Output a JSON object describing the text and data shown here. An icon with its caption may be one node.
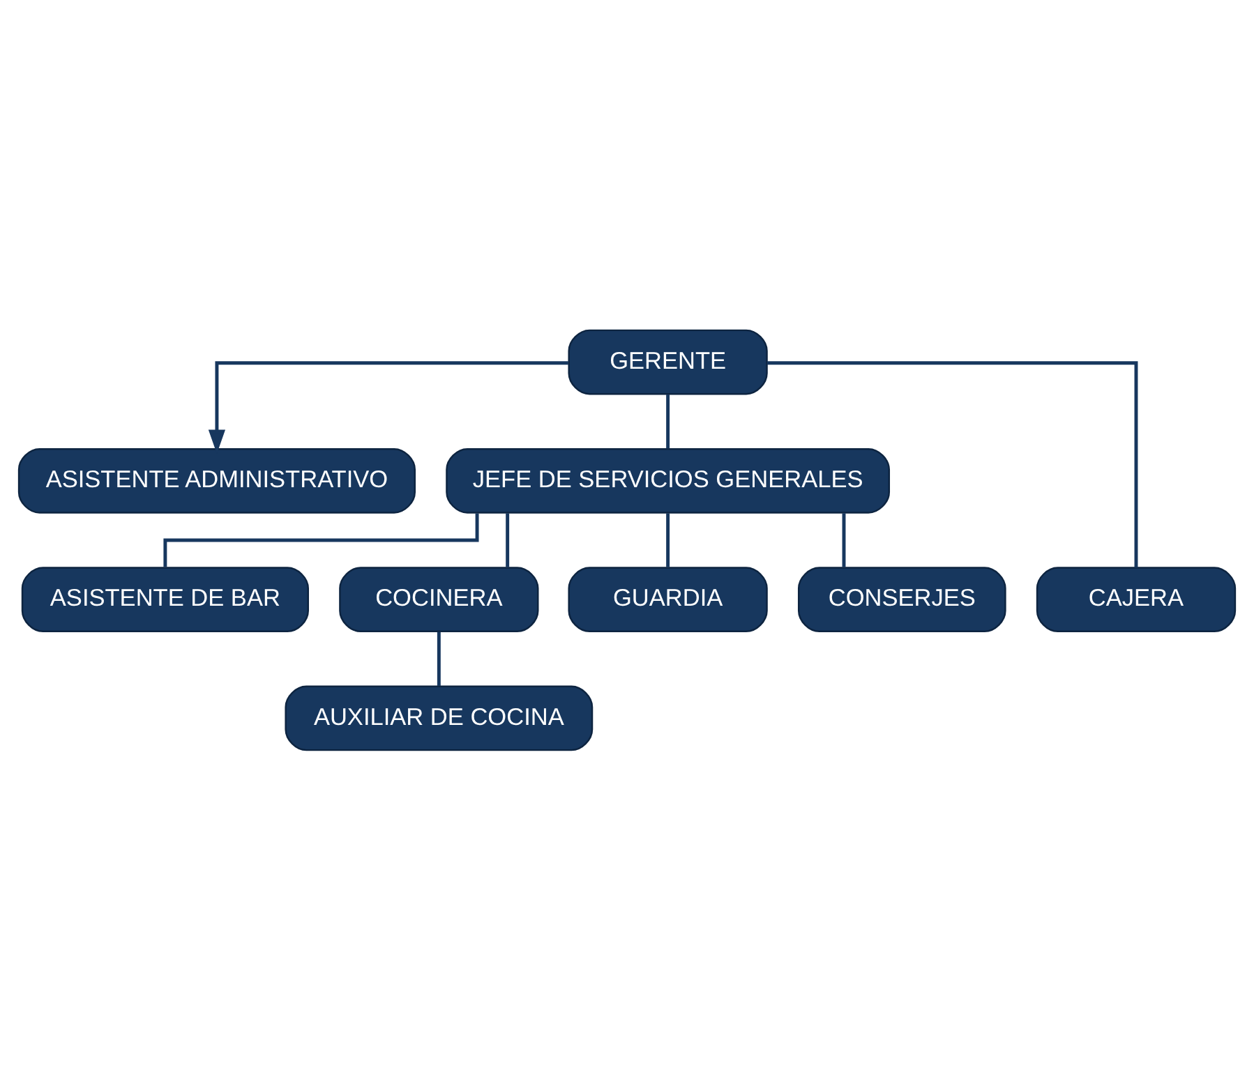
{
  "diagram": {
    "nodes": [
      {
        "text": [
          "GERENTE"
        ]
      },
      {
        "text": [
          "ASISTENTE ADMINISTRATIVO"
        ]
      },
      {
        "text": [
          "JEFE DE SERVICIOS GENERALES"
        ]
      },
      {
        "text": [
          "CAJERA"
        ]
      },
      {
        "text": [
          "ASISTENTE DE BAR"
        ]
      },
      {
        "text": [
          "COCINERA"
        ]
      },
      {
        "text": [
          "GUARDIA"
        ]
      },
      {
        "text": [
          "CONSERJES"
        ]
      },
      {
        "text": [
          "AUXILIAR DE COCINA"
        ]
      }
    ],
    "edges": [
      {
        "from": 0,
        "to": 1,
        "arrow": "to"
      },
      {
        "from": 0,
        "to": 2,
        "arrow": "none"
      },
      {
        "from": 0,
        "to": 3,
        "arrow": "none"
      },
      {
        "from": 2,
        "to": 4,
        "arrow": "none"
      },
      {
        "from": 2,
        "to": 5,
        "arrow": "none"
      },
      {
        "from": 2,
        "to": 6,
        "arrow": "none"
      },
      {
        "from": 2,
        "to": 7,
        "arrow": "none"
      },
      {
        "from": 5,
        "to": 8,
        "arrow": "none"
      }
    ]
  }
}
